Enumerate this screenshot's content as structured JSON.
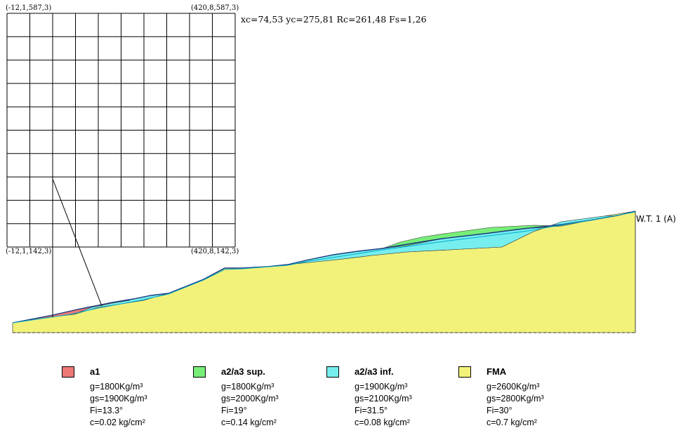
{
  "grid": {
    "corners": {
      "top_left": "(-12,1,587,3)",
      "top_right": "(420,8,587,3)",
      "bottom_left": "(-12,1,142,3)",
      "bottom_right": "(420,8,142,3)"
    }
  },
  "result": "xc=74,53 yc=275,81 Rc=261,48 Fs=1,26",
  "water_table_label": "W.T. 1 (A)",
  "colors": {
    "a1": "#ee7777",
    "a2a3_sup": "#77ee77",
    "a2a3_inf": "#77eeee",
    "fma": "#f2f27a"
  },
  "legend": [
    {
      "name": "a1",
      "color": "#ee7777",
      "props": [
        "g=1800Kg/m³",
        "gs=1900Kg/m³",
        "Fi=13.3°",
        "c=0.02 kg/cm²"
      ]
    },
    {
      "name": "a2/a3 sup.",
      "color": "#77ee77",
      "props": [
        "g=1800Kg/m³",
        "gs=2000Kg/m³",
        "Fi=19°",
        "c=0.14 kg/cm²"
      ]
    },
    {
      "name": "a2/a3 inf.",
      "color": "#77eeee",
      "props": [
        "g=1900Kg/m³",
        "gs=2100Kg/m³",
        "Fi=31.5°",
        "c=0.08 kg/cm²"
      ]
    },
    {
      "name": "FMA",
      "color": "#f2f27a",
      "props": [
        "g=2600Kg/m³",
        "gs=2800Kg/m³",
        "Fi=30°",
        "c=0.7 kg/cm²"
      ]
    }
  ]
}
